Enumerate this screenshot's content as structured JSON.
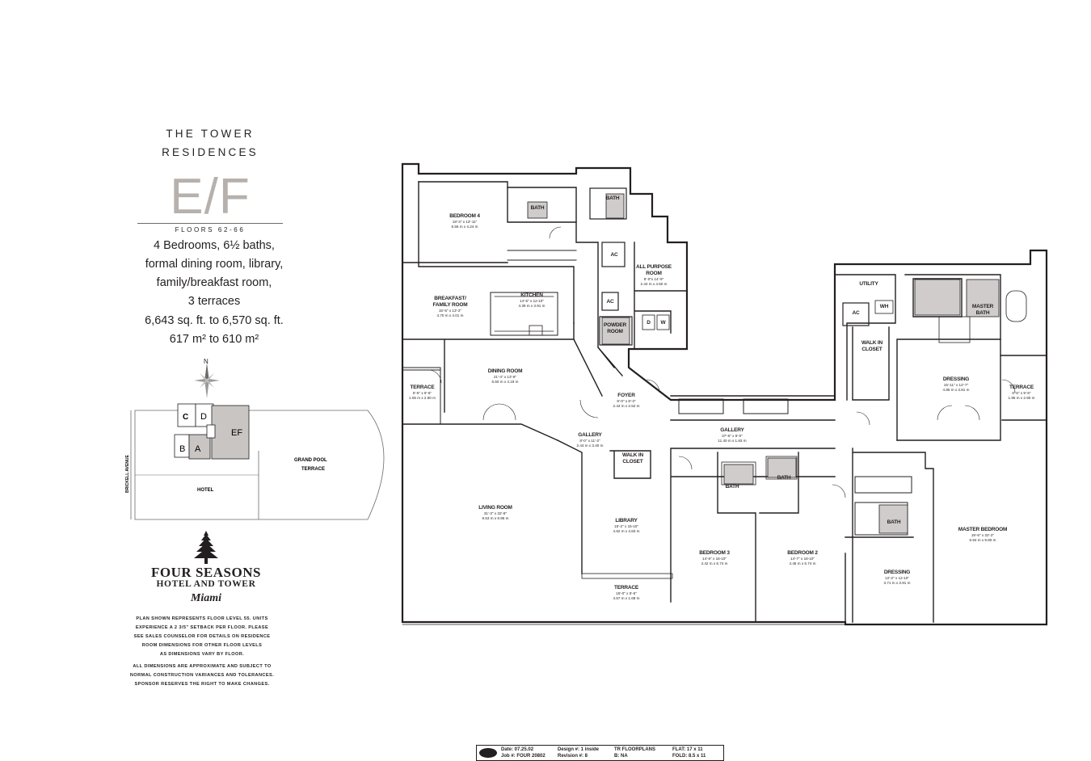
{
  "brochure": {
    "heading_line1": "THE TOWER",
    "heading_line2": "RESIDENCES",
    "unit": "E/F",
    "floors": "FLOORS 62-66",
    "features": [
      "4 Bedrooms, 6½ baths,",
      "formal dining room, library,",
      "family/breakfast room,",
      "3 terraces",
      "6,643 sq. ft.  to  6,570 sq. ft.",
      "617 m²  to  610 m²"
    ]
  },
  "keyplan": {
    "north": "N",
    "buildings": [
      "C",
      "D",
      "B",
      "A",
      "EF"
    ],
    "street": "BRICKELL AVENUE",
    "hotel": "HOTEL",
    "pool_line1": "GRAND POOL",
    "pool_line2": "TERRACE"
  },
  "logo": {
    "line1": "FOUR SEASONS",
    "line2": "HOTEL AND TOWER",
    "line3": "Miami"
  },
  "notes": [
    "PLAN SHOWN REPRESENTS FLOOR LEVEL 55. UNITS",
    "EXPERIENCE A 2 3/5\" SETBACK PER FLOOR. PLEASE",
    "SEE SALES COUNSELOR FOR DETAILS ON RESIDENCE",
    "ROOM DIMENSIONS FOR OTHER FLOOR LEVELS",
    "AS DIMENSIONS VARY BY FLOOR.",
    "ALL DIMENSIONS ARE APPROXIMATE AND SUBJECT TO",
    "NORMAL CONSTRUCTION VARIANCES AND TOLERANCES.",
    "SPONSOR RESERVES THE RIGHT TO MAKE CHANGES."
  ],
  "rooms": {
    "bedroom4": {
      "name": "BEDROOM 4",
      "dim1": "18'-3\" x 13'-11\"",
      "dim2": "5.56 m x 4.24 m"
    },
    "breakfast": {
      "name1": "BREAKFAST/",
      "name2": "FAMILY ROOM",
      "dim1": "15'-5\" x 13'-2\"",
      "dim2": "4.70 m x 4.01 m"
    },
    "kitchen": {
      "name": "KITCHEN",
      "dim1": "14'-5\" x 12-10\"",
      "dim2": "4.39 m x 3.91 m"
    },
    "allpurpose": {
      "name1": "ALL PURPOSE",
      "name2": "ROOM",
      "dim1": "8'-0\"x 14'-9\"",
      "dim2": "2.44 m x 4.50 m"
    },
    "powder": {
      "name1": "POWDER",
      "name2": "ROOM"
    },
    "dining": {
      "name": "DINING ROOM",
      "dim1": "21'-4\" x 13'-9\"",
      "dim2": "6.50 m x 4.19 m"
    },
    "terrace_left": {
      "name": "TERRACE",
      "dim1": "6'-5\" x 9'-6\"",
      "dim2": "1.05 m x 2.90 m"
    },
    "foyer": {
      "name": "FOYER",
      "dim1": "8'-0\" x 8'-3\"",
      "dim2": "2.44 m x 2.52 m"
    },
    "gallery_small": {
      "name": "GALLERY",
      "dim1": "8'-0\" x 11'-2\"",
      "dim2": "2.44 m x 3.40 m"
    },
    "gallery_big": {
      "name": "GALLERY",
      "dim1": "37'-6\" x 6'-0\"",
      "dim2": "11.40 m x 1.83 m"
    },
    "walkin_left": {
      "name1": "WALK IN",
      "name2": "CLOSET"
    },
    "living": {
      "name": "LIVING ROOM",
      "dim1": "31'-3\" x 32'-8\"",
      "dim2": "9.53 m x 9.95 m"
    },
    "library": {
      "name": "LIBRARY",
      "dim1": "15'-2\" x 15-10\"",
      "dim2": "4.62 m x 4.83 m"
    },
    "terrace_mid": {
      "name": "TERRACE",
      "dim1": "15'-0\" x 5'-6\"",
      "dim2": "4.57 m x 1.68 m"
    },
    "bedroom3": {
      "name": "BEDROOM 3",
      "dim1": "14'-6\" x 18-10\"",
      "dim2": "4.42 m x 5.74 m"
    },
    "bedroom2": {
      "name": "BEDROOM 2",
      "dim1": "14'-7\" x 18-10\"",
      "dim2": "4.45 m x 5.74 m"
    },
    "utility": {
      "name": "UTILITY"
    },
    "master_bath": {
      "name1": "MASTER",
      "name2": "BATH"
    },
    "walkin_right": {
      "name1": "WALK IN",
      "name2": "CLOSET"
    },
    "dressing_top": {
      "name": "DRESSING",
      "dim1": "15'-11\" x 12'-7\"",
      "dim2": "4.85 m x 3.81 m"
    },
    "terrace_right": {
      "name": "TERRACE",
      "dim1": "6'-5\" x 9'-6\"",
      "dim2": "1.96 m x 2.90 m"
    },
    "master_bedroom": {
      "name": "MASTER BEDROOM",
      "dim1": "19'-6\" x 32'-2\"",
      "dim2": "5.94 m x 9.80 m"
    },
    "dressing_bottom": {
      "name": "DRESSING",
      "dim1": "12'-2\" x 12-10\"",
      "dim2": "3.71 m x 3.91 m"
    }
  },
  "fixtures": {
    "bath": "BATH",
    "ac": "AC",
    "wh": "WH",
    "d": "D",
    "w": "W"
  },
  "titleblock": {
    "date": "Date: 07.25.02",
    "job": "Job #: FOUR 20802",
    "design": "Design #: 1 inside",
    "revision": "Revision #: 8",
    "tr": "TR FLOORPLANS",
    "b": "B: NA",
    "flat": "FLAT: 17  x  11",
    "fold": "FOLD: 8.5  x 11"
  }
}
